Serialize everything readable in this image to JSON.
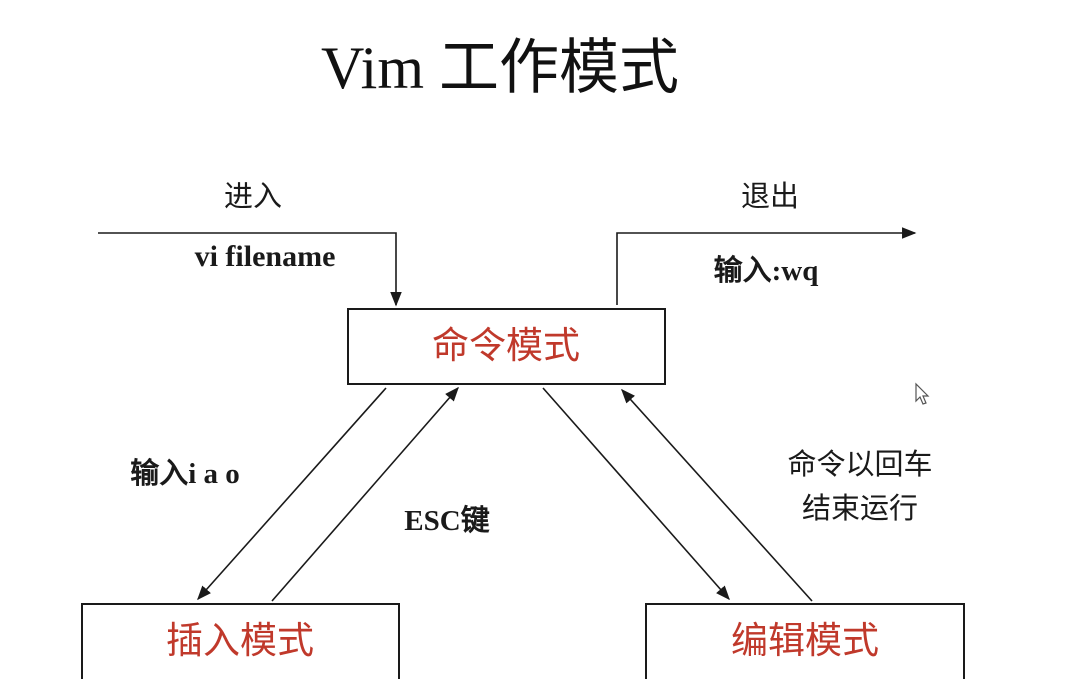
{
  "title": "Vim 工作模式",
  "colors": {
    "mode_text": "#c0392b",
    "stroke": "#1a1a1a",
    "background": "#ffffff"
  },
  "labels": {
    "enter": "进入",
    "enter_command": "vi filename",
    "exit": "退出",
    "exit_command": "输入:wq",
    "insert_keys": "输入i a o",
    "esc_key": "ESC键",
    "run_line1": "命令以回车",
    "run_line2": "结束运行"
  },
  "modes": {
    "command": "命令模式",
    "insert": "插入模式",
    "edit": "编辑模式"
  },
  "icons": {
    "cursor": "mouse-pointer-icon"
  }
}
